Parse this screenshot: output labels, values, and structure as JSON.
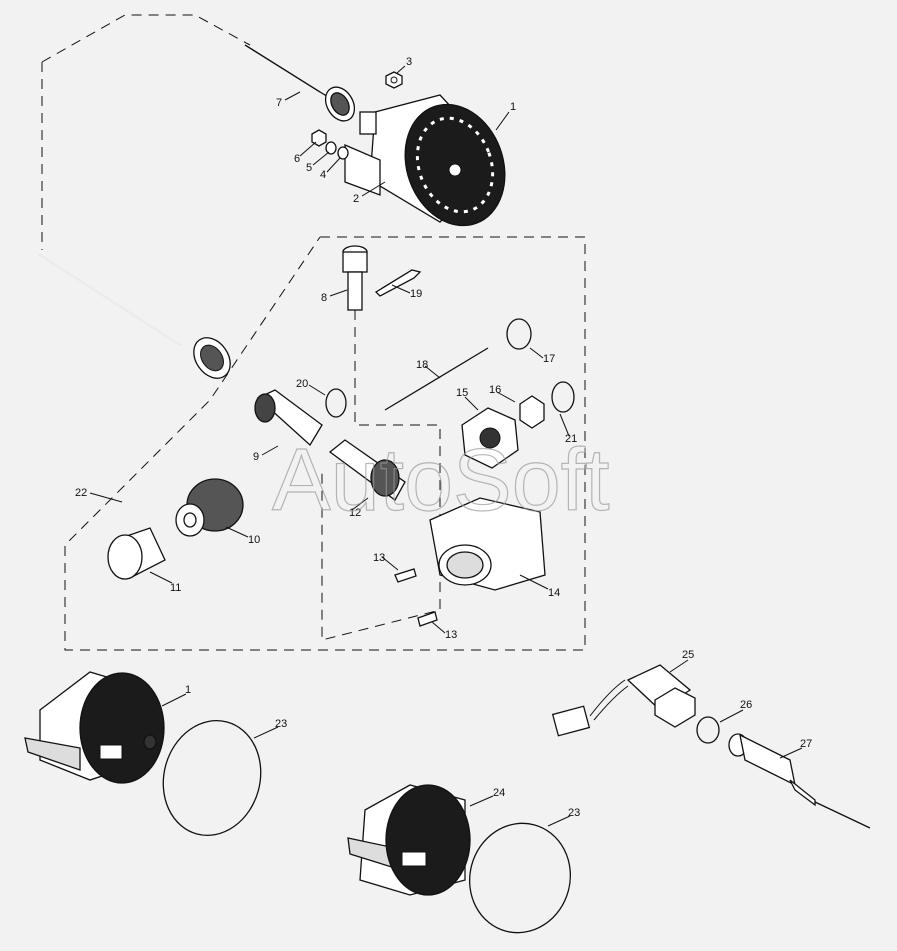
{
  "watermark": "AutoSoft",
  "callouts": {
    "c1_top": "1",
    "c2": "2",
    "c3": "3",
    "c4": "4",
    "c5": "5",
    "c6": "6",
    "c7": "7",
    "c8": "8",
    "c9": "9",
    "c10": "10",
    "c11": "11",
    "c12": "12",
    "c13_a": "13",
    "c13_b": "13",
    "c14": "14",
    "c15": "15",
    "c16": "16",
    "c17": "17",
    "c18": "18",
    "c19": "19",
    "c20": "20",
    "c21": "21",
    "c22": "22",
    "c1_bottom": "1",
    "c23_a": "23",
    "c23_b": "23",
    "c24": "24",
    "c25": "25",
    "c26": "26",
    "c27": "27"
  }
}
